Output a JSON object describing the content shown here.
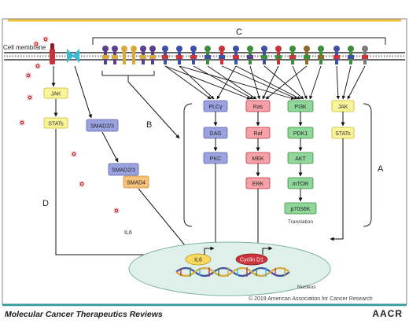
{
  "membrane_label": "Cell membrane",
  "region_labels": {
    "a": "A",
    "b": "B",
    "c": "C",
    "d": "D"
  },
  "nodes": {
    "jak_left": "JAK",
    "stats_left": "STATs",
    "smad23_top": "SMAD2/3",
    "smad23_bottom": "SMAD2/3",
    "smad4": "SMAD4",
    "il6_free": "IL6",
    "plcy": "PLCγ",
    "dag": "DAG",
    "pkc": "PKC",
    "ras": "Ras",
    "raf": "Raf",
    "mek": "MEK",
    "erk": "ERK",
    "pi3k": "PI3K",
    "pdk1": "PDK1",
    "akt": "AKT",
    "mtor": "mTOR",
    "p70s6k": "p70S6K",
    "jak_right": "JAK",
    "stats_right": "STATs",
    "translation": "Translation",
    "il6_gene": "IL6",
    "cyclin_d1": "Cyclin D1",
    "nucleus": "Nucleus"
  },
  "colors": {
    "gold": "#f5c23b",
    "teal": "#2e9a9a",
    "jak_fill": "#fbf59a",
    "plcy_fill": "#9aa3e0",
    "ras_fill": "#f4a1a8",
    "pi3k_fill": "#8fd79a",
    "smad_fill": "#9aa3e0",
    "smad4_fill": "#f8c27a",
    "nucleus_fill": "#dff0ea",
    "receptor_purple": "#5b3e8c",
    "receptor_gold": "#d8a93a",
    "receptor_blue": "#3f4fa3",
    "receptor_green": "#3d8d3a",
    "receptor_red": "#c8343a",
    "receptor_brown": "#8a6a2d",
    "receptor_grey": "#7c7c7c"
  },
  "footer": {
    "journal": "Molecular Cancer Therapeutics Reviews",
    "copyright": "© 2019 American Association for Cancer Research",
    "logo": "AACR"
  }
}
